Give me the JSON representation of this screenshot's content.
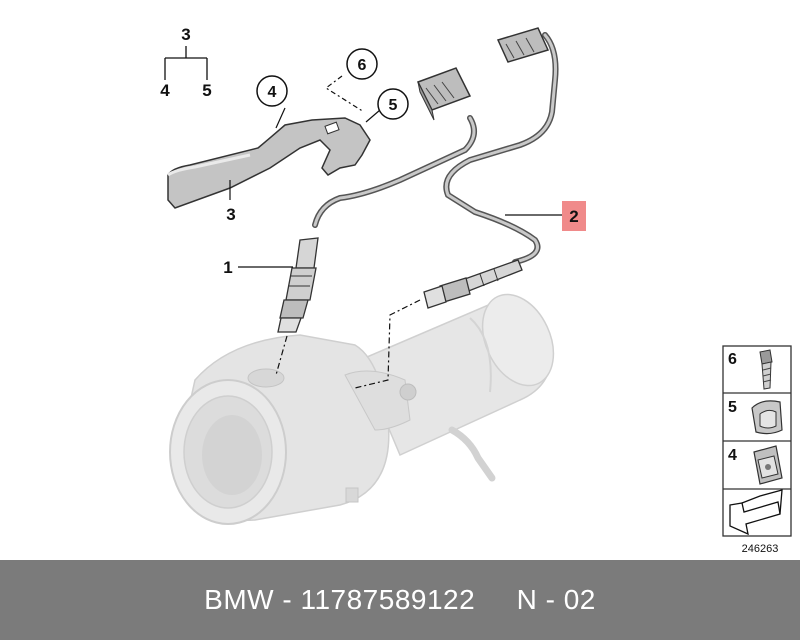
{
  "callouts": {
    "top_group_parent": "3",
    "top_group_left": "4",
    "top_group_right": "5",
    "bracket_circle": "4",
    "screw_circle": "6",
    "clip_circle": "5",
    "bracket_label": "3",
    "sensor_front": "1",
    "sensor_rear": "2"
  },
  "legend": {
    "items": [
      {
        "number": "6",
        "icon": "screw-icon"
      },
      {
        "number": "5",
        "icon": "clip-icon"
      },
      {
        "number": "4",
        "icon": "clip-nut-icon"
      }
    ],
    "arrow_icon": "arrow-icon",
    "image_number": "246263"
  },
  "colors": {
    "highlight": "#f08a8a",
    "footer_bg": "#7b7b7b",
    "part_gray": "#c8c8c8",
    "ghost_gray": "#e2e2e2"
  },
  "footer": {
    "brand": "BMW",
    "part_number": "11787589122",
    "variant": "N - 02"
  }
}
